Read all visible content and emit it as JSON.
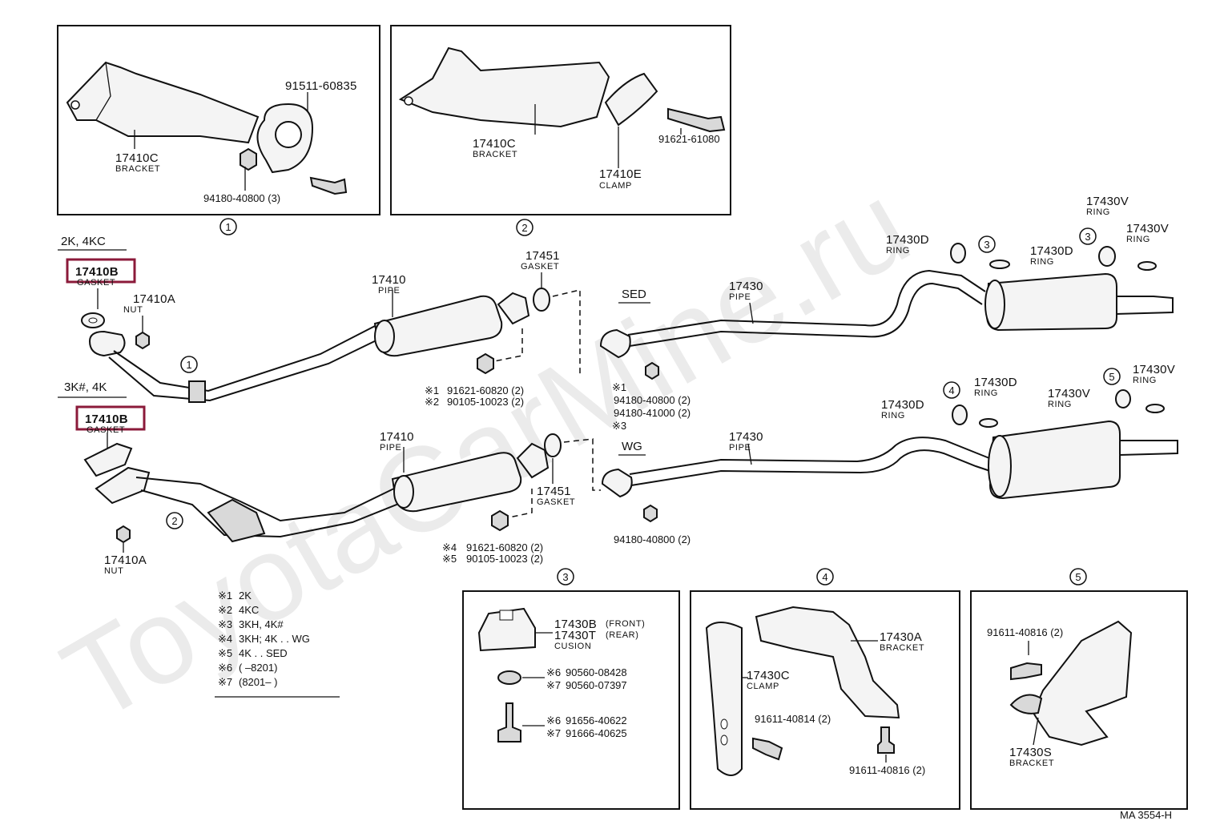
{
  "watermark": "ToyotaCarMine.ru",
  "inset1": {
    "badge": "1",
    "bracket_part": "17410C",
    "bracket_name": "BRACKET",
    "bolt_part": "91511-60835",
    "nut_part": "94180-40800 (3)"
  },
  "inset2": {
    "badge": "2",
    "bracket_part": "17410C",
    "bracket_name": "BRACKET",
    "clamp_part": "17410E",
    "clamp_name": "CLAMP",
    "bolt_part": "91621-61080"
  },
  "top_group": {
    "engine": "2K, 4KC",
    "gasket_part": "17410B",
    "gasket_name": "GASKET",
    "nut_part": "17410A",
    "nut_name": "NUT",
    "callout": "1",
    "pipe_part": "17410",
    "pipe_name": "PIPE",
    "gasket2_part": "17451",
    "gasket2_name": "GASKET",
    "bolt1": "91621-60820 (2)",
    "bolt1_mark": "※1",
    "bolt2": "90105-10023 (2)",
    "bolt2_mark": "※2"
  },
  "bottom_group": {
    "engine": "3K#, 4K",
    "gasket_part": "17410B",
    "gasket_name": "GASKET",
    "nut_part": "17410A",
    "nut_name": "NUT",
    "callout": "2",
    "pipe_part": "17410",
    "pipe_name": "PIPE",
    "gasket2_part": "17451",
    "gasket2_name": "GASKET",
    "bolt1": "91621-60820 (2)",
    "bolt1_mark": "※4",
    "bolt2": "90105-10023 (2)",
    "bolt2_mark": "※5"
  },
  "sed_group": {
    "label": "SED",
    "pipe_part": "17430",
    "pipe_name": "PIPE",
    "nut1": "94180-40800 (2)",
    "nut1_mark": "※1",
    "nut2": "94180-41000 (2)",
    "mark3": "※3",
    "ring_d1_part": "17430D",
    "ring_d1_name": "RING",
    "ring_d1_badge": "3",
    "ring_d2_part": "17430D",
    "ring_d2_name": "RING",
    "ring_v1_part": "17430V",
    "ring_v1_name": "RING",
    "ring_v1_badge": "3",
    "ring_v2_part": "17430V",
    "ring_v2_name": "RING"
  },
  "wg_group": {
    "label": "WG",
    "pipe_part": "17430",
    "pipe_name": "PIPE",
    "nut": "94180-40800 (2)",
    "ring_d1_part": "17430D",
    "ring_d1_name": "RING",
    "ring_d1_badge": "4",
    "ring_d2_part": "17430D",
    "ring_d2_name": "RING",
    "ring_v1_part": "17430V",
    "ring_v1_name": "RING",
    "ring_v1_badge": "5",
    "ring_v2_part": "17430V",
    "ring_v2_name": "RING"
  },
  "legend": [
    {
      "mark": "※1",
      "text": "2K"
    },
    {
      "mark": "※2",
      "text": "4KC"
    },
    {
      "mark": "※3",
      "text": "3KH, 4K#"
    },
    {
      "mark": "※4",
      "text": "3KH; 4K . . WG"
    },
    {
      "mark": "※5",
      "text": "4K . . SED"
    },
    {
      "mark": "※6",
      "text": "(      –8201)"
    },
    {
      "mark": "※7",
      "text": "(8201–        )"
    }
  ],
  "inset3": {
    "badge": "3",
    "cushion_front": "17430B",
    "cushion_front_note": "(FRONT)",
    "cushion_rear": "17430T",
    "cushion_rear_note": "(REAR)",
    "cushion_name": "CUSION",
    "washer6": "90560-08428",
    "washer6_mark": "※6",
    "washer7": "90560-07397",
    "washer7_mark": "※7",
    "bolt6": "91656-40622",
    "bolt6_mark": "※6",
    "bolt7": "91666-40625",
    "bolt7_mark": "※7"
  },
  "inset4": {
    "badge": "4",
    "bracket_part": "17430A",
    "bracket_name": "BRACKET",
    "clamp_part": "17430C",
    "clamp_name": "CLAMP",
    "bolt1": "91611-40814 (2)",
    "bolt2": "91611-40816 (2)"
  },
  "inset5": {
    "badge": "5",
    "bolt": "91611-40816 (2)",
    "bracket_part": "17430S",
    "bracket_name": "BRACKET"
  },
  "footer_code": "MA  3554-H",
  "highlight_color": "#8b1a3a"
}
